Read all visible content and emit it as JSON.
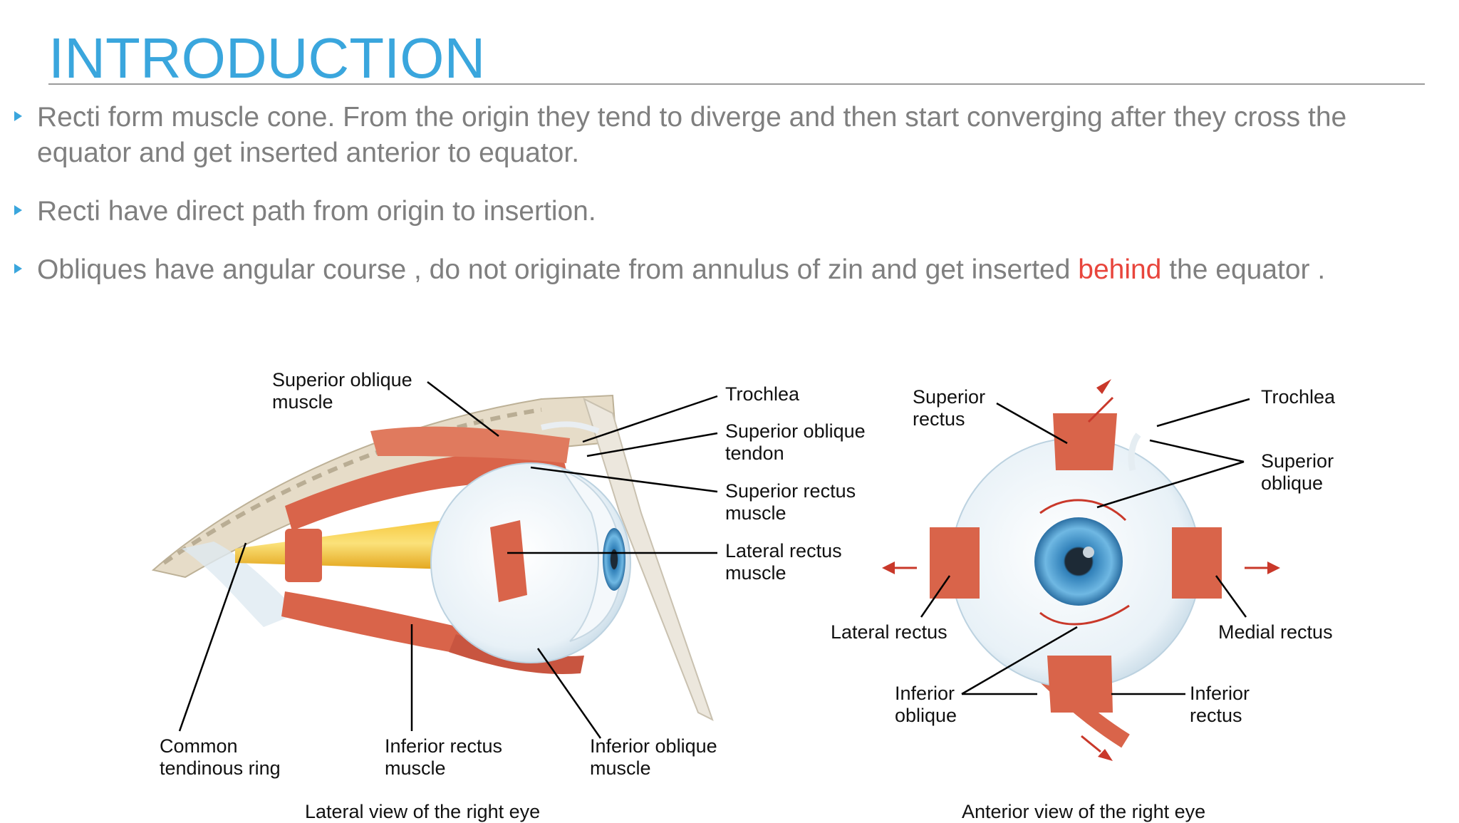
{
  "slide": {
    "title": "INTRODUCTION",
    "bullets": [
      {
        "text": "Recti form muscle cone. From the origin they tend to diverge and then start converging after they cross the equator and get inserted anterior to equator."
      },
      {
        "text": "Recti have direct path from origin to insertion."
      },
      {
        "pre": "Obliques have angular course , do not originate from annulus of zin and get inserted ",
        "highlight": "behind",
        "post": " the equator ."
      }
    ]
  },
  "colors": {
    "title": "#3aa6dd",
    "text": "#7f7f7f",
    "highlight": "#e8453c",
    "muscle": "#d9644a"
  },
  "figure": {
    "lateral": {
      "caption": "Lateral view of the right eye",
      "labels": {
        "superior_oblique_muscle": "Superior oblique\nmuscle",
        "trochlea": "Trochlea",
        "superior_oblique_tendon": "Superior oblique\ntendon",
        "superior_rectus_muscle": "Superior rectus\nmuscle",
        "lateral_rectus_muscle": "Lateral rectus\nmuscle",
        "common_tendinous_ring": "Common\ntendinous ring",
        "inferior_rectus_muscle": "Inferior rectus\nmuscle",
        "inferior_oblique_muscle": "Inferior oblique\nmuscle"
      }
    },
    "anterior": {
      "caption": "Anterior view of the right eye",
      "labels": {
        "superior_rectus": "Superior\nrectus",
        "trochlea": "Trochlea",
        "superior_oblique": "Superior\noblique",
        "lateral_rectus": "Lateral rectus",
        "medial_rectus": "Medial rectus",
        "inferior_oblique": "Inferior\noblique",
        "inferior_rectus": "Inferior\nrectus"
      }
    }
  }
}
